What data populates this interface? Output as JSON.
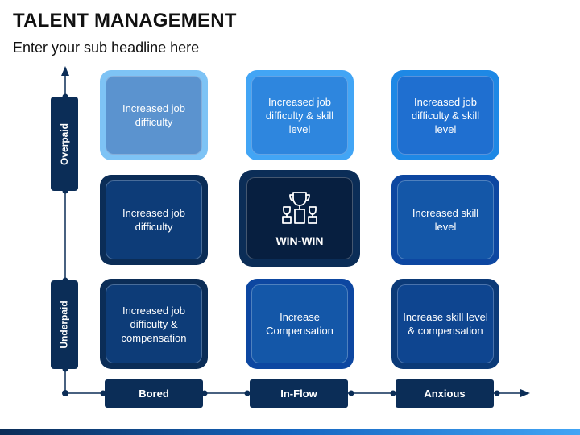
{
  "header": {
    "title": "TALENT MANAGEMENT",
    "subtitle": "Enter your sub headline here"
  },
  "y_axis": {
    "top_label": "Overpaid",
    "bottom_label": "Underpaid"
  },
  "x_axis": {
    "labels": [
      "Bored",
      "In-Flow",
      "Anxious"
    ]
  },
  "grid": {
    "r1c1": "Increased job difficulty",
    "r1c2": "Increased job difficulty & skill level",
    "r1c3": "Increased job difficulty & skill level",
    "r2c1": "Increased job difficulty",
    "r2c2": "WIN-WIN",
    "r2c3": "Increased skill level",
    "r3c1": "Increased job difficulty & compensation",
    "r3c2": "Increase Compensation",
    "r3c3": "Increase skill level & compensation"
  },
  "colors": {
    "navy": "#0b2d57",
    "dark_blue": "#0d3c78",
    "mid_blue": "#1565c0",
    "steel_blue": "#5b93cf",
    "sky_blue": "#2e86de",
    "royal_blue": "#1f6fd0",
    "center": "#071f40"
  },
  "icons": {
    "center_icon": "trophy-icon"
  }
}
